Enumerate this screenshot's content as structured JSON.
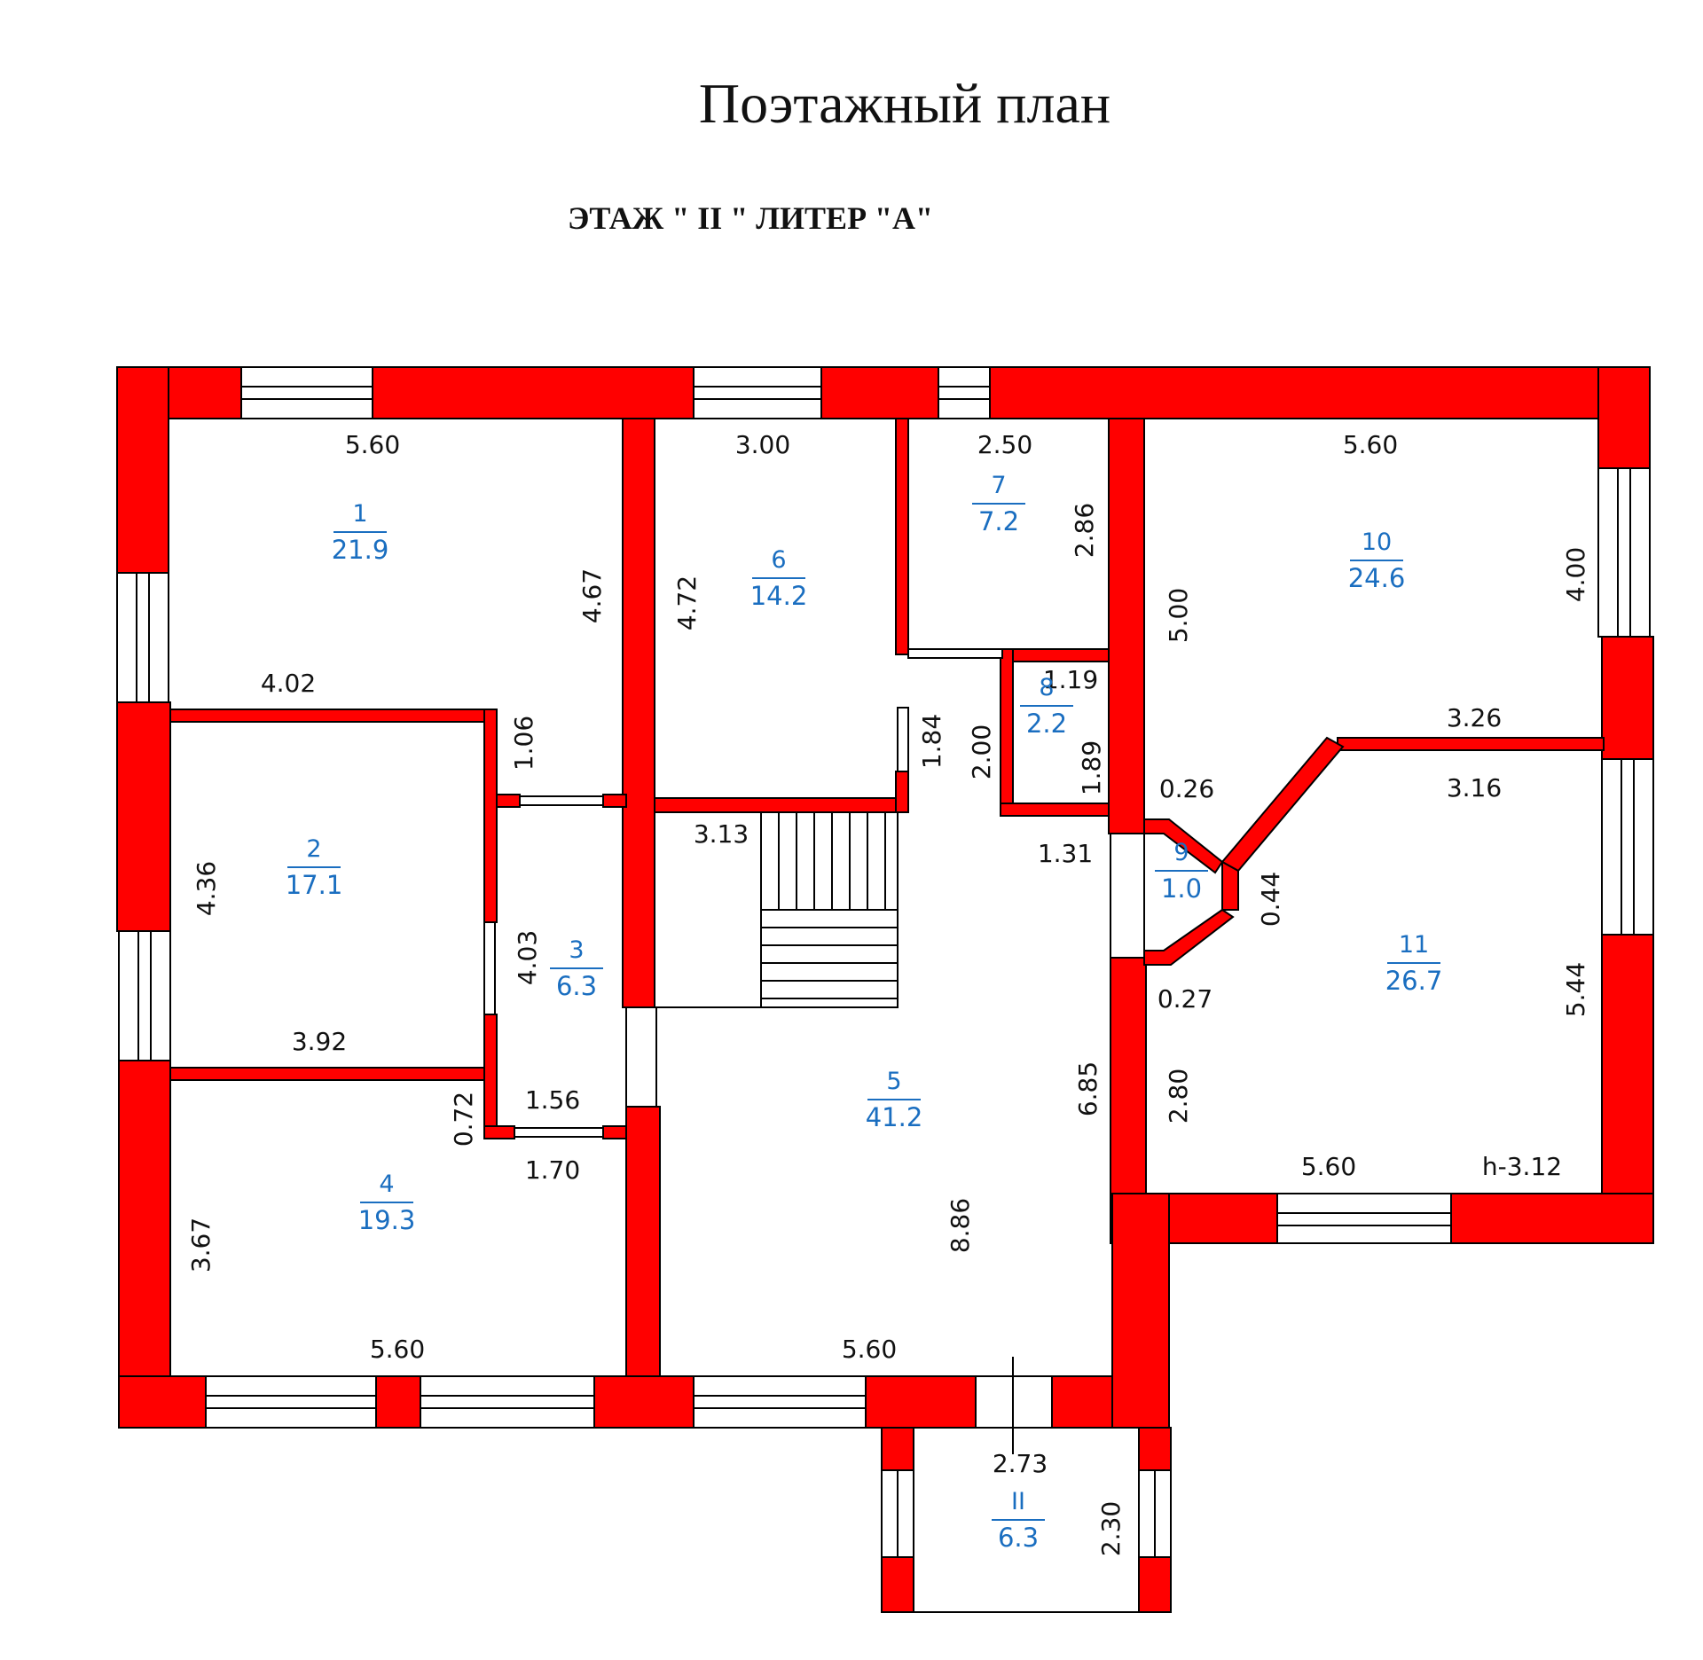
{
  "title": "Поэтажный план",
  "subtitle": "ЭТАЖ \" II \"  ЛИТЕР \"А\"",
  "colors": {
    "wall": "#ff0000",
    "outline": "#000000",
    "label": "#1a6ec0",
    "text": "#111111"
  },
  "rooms": [
    {
      "id": "1",
      "area": "21.9"
    },
    {
      "id": "2",
      "area": "17.1"
    },
    {
      "id": "3",
      "area": "6.3"
    },
    {
      "id": "4",
      "area": "19.3"
    },
    {
      "id": "5",
      "area": "41.2"
    },
    {
      "id": "6",
      "area": "14.2"
    },
    {
      "id": "7",
      "area": "7.2"
    },
    {
      "id": "8",
      "area": "2.2"
    },
    {
      "id": "9",
      "area": "1.0"
    },
    {
      "id": "10",
      "area": "24.6"
    },
    {
      "id": "11",
      "area": "26.7"
    },
    {
      "id": "II",
      "area": "6.3"
    }
  ],
  "dimensions": {
    "r1_top": "5.60",
    "r1_right": "4.67",
    "r1_bottom": "4.02",
    "r2_left": "4.36",
    "r2_bottom": "3.92",
    "corridor_upper": "1.06",
    "r3_height": "4.03",
    "r3_width": "1.56",
    "corridor_lower": "0.72",
    "r3_bottom": "1.70",
    "r4_left": "3.67",
    "r4_bottom": "5.60",
    "r6_top": "3.00",
    "r6_left": "4.72",
    "stair": "3.13",
    "r7_top": "2.50",
    "r7_right": "2.86",
    "passage": "1.84",
    "r8_top": "1.19",
    "r8_left": "2.00",
    "r8_right": "1.89",
    "r8_bottom": "1.31",
    "r5_right": "6.85",
    "r5_height": "8.86",
    "r5_bottom": "5.60",
    "r10_top": "5.60",
    "r10_left": "5.00",
    "r10_right": "4.00",
    "r10_bottom": "3.26",
    "r9_top": "0.26",
    "r9_right": "0.44",
    "r9_bottom": "0.27",
    "r11_top": "3.16",
    "r11_right": "5.44",
    "r11_left": "2.80",
    "r11_bottom": "5.60",
    "ceiling_height": "h-3.12",
    "balcony_width": "2.73",
    "balcony_depth": "2.30"
  }
}
